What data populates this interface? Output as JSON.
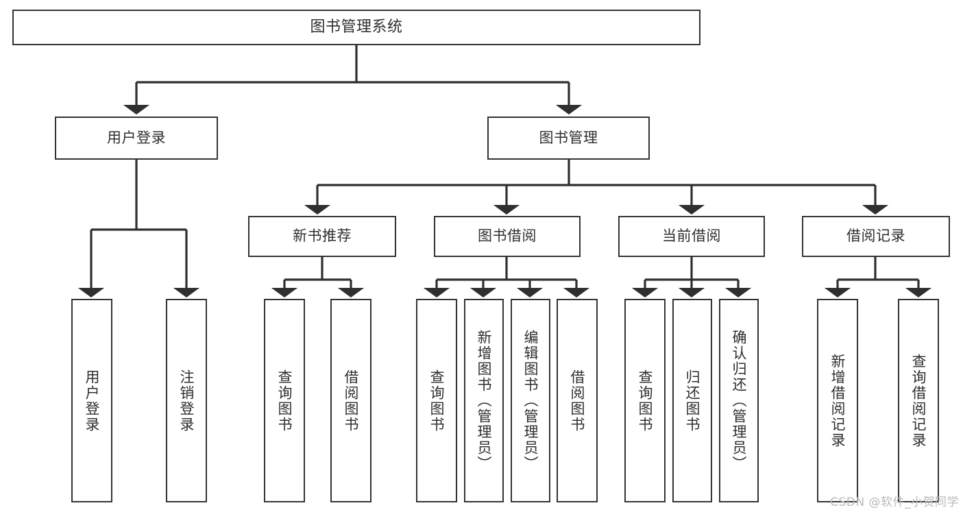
{
  "diagram": {
    "type": "tree-hierarchy-chart",
    "title": "图书管理系统",
    "line_color": "#333333",
    "box_fill": "#ffffff",
    "text_color": "#2e2e2e"
  },
  "nodes": {
    "root": {
      "label": "图书管理系统"
    },
    "level1": [
      {
        "id": "user-login",
        "label": "用户登录"
      },
      {
        "id": "book-manage",
        "label": "图书管理"
      }
    ],
    "level2": [
      {
        "id": "new-book-recommend",
        "label": "新书推荐"
      },
      {
        "id": "book-borrow",
        "label": "图书借阅"
      },
      {
        "id": "current-borrow",
        "label": "当前借阅"
      },
      {
        "id": "borrow-record",
        "label": "借阅记录"
      }
    ],
    "leaves": {
      "user_login": [
        {
          "id": "leaf-user-login",
          "label": "用户登录"
        },
        {
          "id": "leaf-logout-login",
          "label": "注销登录"
        }
      ],
      "new_book_recommend": [
        {
          "id": "leaf-query-book-1",
          "label": "查询图书"
        },
        {
          "id": "leaf-borrow-book-1",
          "label": "借阅图书"
        }
      ],
      "book_borrow": [
        {
          "id": "leaf-query-book-2",
          "label": "查询图书"
        },
        {
          "id": "leaf-add-book",
          "label": "新增图书（管理员）"
        },
        {
          "id": "leaf-edit-book",
          "label": "编辑图书（管理员）"
        },
        {
          "id": "leaf-borrow-book-2",
          "label": "借阅图书"
        }
      ],
      "current_borrow": [
        {
          "id": "leaf-query-book-3",
          "label": "查询图书"
        },
        {
          "id": "leaf-return-book",
          "label": "归还图书"
        },
        {
          "id": "leaf-confirm-return",
          "label": "确认归还（管理员）"
        }
      ],
      "borrow_record": [
        {
          "id": "leaf-add-record",
          "label": "新增借阅记录"
        },
        {
          "id": "leaf-query-record",
          "label": "查询借阅记录"
        }
      ]
    }
  },
  "watermark": {
    "text": "CSDN @软件_小贺同学"
  }
}
